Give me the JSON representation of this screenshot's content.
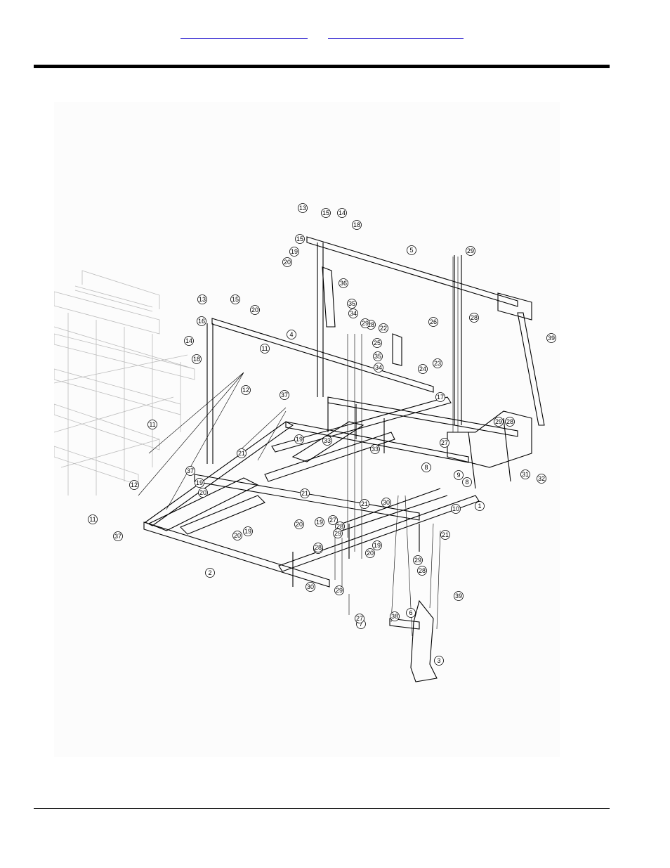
{
  "header": {
    "links": [
      {
        "name": "header-link-1",
        "text": ""
      },
      {
        "name": "header-link-2",
        "text": ""
      }
    ]
  },
  "diagram": {
    "callouts": [
      {
        "n": "1"
      },
      {
        "n": "2"
      },
      {
        "n": "3"
      },
      {
        "n": "4"
      },
      {
        "n": "5"
      },
      {
        "n": "6"
      },
      {
        "n": "7"
      },
      {
        "n": "8"
      },
      {
        "n": "8"
      },
      {
        "n": "9"
      },
      {
        "n": "10"
      },
      {
        "n": "11"
      },
      {
        "n": "11"
      },
      {
        "n": "11"
      },
      {
        "n": "12"
      },
      {
        "n": "12"
      },
      {
        "n": "13"
      },
      {
        "n": "13"
      },
      {
        "n": "14"
      },
      {
        "n": "14"
      },
      {
        "n": "15"
      },
      {
        "n": "15"
      },
      {
        "n": "15"
      },
      {
        "n": "16"
      },
      {
        "n": "17"
      },
      {
        "n": "18"
      },
      {
        "n": "18"
      },
      {
        "n": "19"
      },
      {
        "n": "19"
      },
      {
        "n": "19"
      },
      {
        "n": "19"
      },
      {
        "n": "19"
      },
      {
        "n": "19"
      },
      {
        "n": "20"
      },
      {
        "n": "20"
      },
      {
        "n": "20"
      },
      {
        "n": "20"
      },
      {
        "n": "20"
      },
      {
        "n": "20"
      },
      {
        "n": "21"
      },
      {
        "n": "21"
      },
      {
        "n": "21"
      },
      {
        "n": "21"
      },
      {
        "n": "22"
      },
      {
        "n": "23"
      },
      {
        "n": "24"
      },
      {
        "n": "25"
      },
      {
        "n": "26"
      },
      {
        "n": "27"
      },
      {
        "n": "27"
      },
      {
        "n": "27"
      },
      {
        "n": "28"
      },
      {
        "n": "28"
      },
      {
        "n": "28"
      },
      {
        "n": "28"
      },
      {
        "n": "28"
      },
      {
        "n": "28"
      },
      {
        "n": "28"
      },
      {
        "n": "29"
      },
      {
        "n": "29"
      },
      {
        "n": "29"
      },
      {
        "n": "29"
      },
      {
        "n": "29"
      },
      {
        "n": "29"
      },
      {
        "n": "30"
      },
      {
        "n": "30"
      },
      {
        "n": "31"
      },
      {
        "n": "32"
      },
      {
        "n": "33"
      },
      {
        "n": "33"
      },
      {
        "n": "34"
      },
      {
        "n": "34"
      },
      {
        "n": "35"
      },
      {
        "n": "35"
      },
      {
        "n": "36"
      },
      {
        "n": "37"
      },
      {
        "n": "37"
      },
      {
        "n": "37"
      },
      {
        "n": "38"
      },
      {
        "n": "39"
      },
      {
        "n": "39"
      }
    ]
  }
}
